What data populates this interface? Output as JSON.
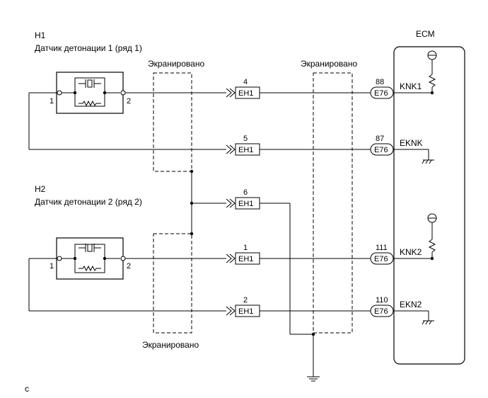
{
  "sensor1": {
    "code": "H1",
    "name": "Датчик детонации 1 (ряд 1)",
    "pin_left": "1",
    "pin_right": "2"
  },
  "sensor2": {
    "code": "H2",
    "name": "Датчик детонации 2 (ряд 2)",
    "pin_left": "1",
    "pin_right": "2"
  },
  "ecm": {
    "label": "ECM"
  },
  "shield_labels": {
    "left_top": "Экранировано",
    "right_top": "Экранировано",
    "left_bottom": "Экранировано"
  },
  "wires": [
    {
      "eh_pin": "4",
      "eh_label": "EH1",
      "ecm_pin": "88",
      "ecm_conn": "E76",
      "signal": "KNK1"
    },
    {
      "eh_pin": "5",
      "eh_label": "EH1",
      "ecm_pin": "87",
      "ecm_conn": "E76",
      "signal": "EKNK"
    },
    {
      "eh_pin": "6",
      "eh_label": "EH1"
    },
    {
      "eh_pin": "1",
      "eh_label": "EH1",
      "ecm_pin": "111",
      "ecm_conn": "E76",
      "signal": "KNK2"
    },
    {
      "eh_pin": "2",
      "eh_label": "EH1",
      "ecm_pin": "110",
      "ecm_conn": "E76",
      "signal": "EKN2"
    }
  ],
  "footer": {
    "code": "c"
  }
}
